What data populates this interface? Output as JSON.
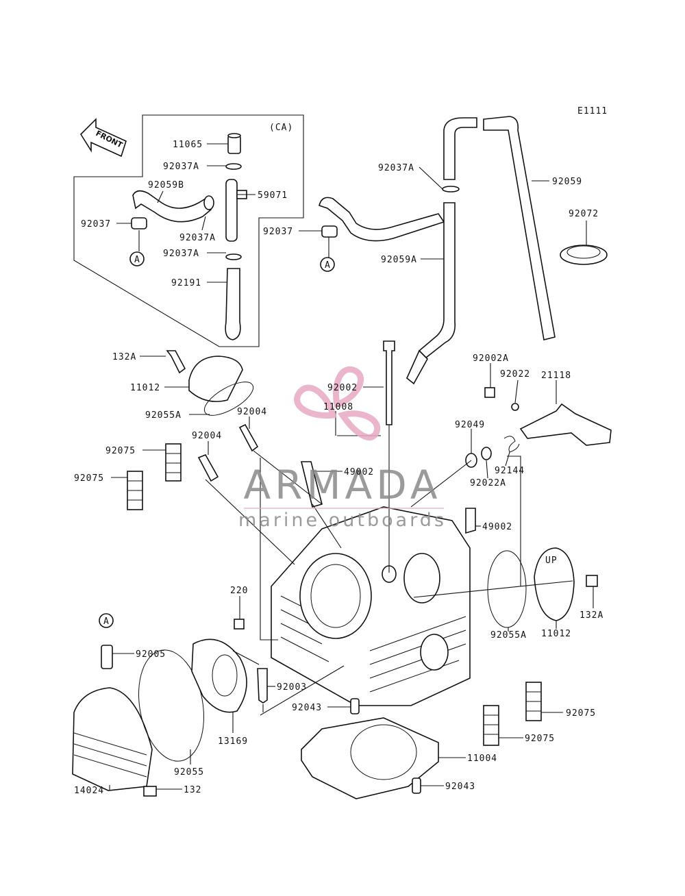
{
  "diagram": {
    "code": "E1111",
    "front_label": "FRONT",
    "ca_label": "(CA)",
    "ref_marker": "A",
    "watermark": {
      "brand": "ARMADA",
      "tagline": "marine outboards",
      "color": "#e8a9c4",
      "text_color": "#8a8a8a"
    },
    "labels": {
      "l11065": "11065",
      "l92037A_1": "92037A",
      "l92059B": "92059B",
      "l59071": "59071",
      "l92037_1": "92037",
      "l92037A_2": "92037A",
      "l92037A_3": "92037A",
      "l92191": "92191",
      "l92037A_4": "92037A",
      "l92059": "92059",
      "l92037_2": "92037",
      "l92072": "92072",
      "l92059A": "92059A",
      "l132A_1": "132A",
      "l11012_1": "11012",
      "l92055A_1": "92055A",
      "l92002": "92002",
      "l11008": "11008",
      "l92002A": "92002A",
      "l92022": "92022",
      "l21118": "21118",
      "l92004_1": "92004",
      "l92004_2": "92004",
      "l92075_1": "92075",
      "l92075_2": "92075",
      "l92049": "92049",
      "l49002_1": "49002",
      "l92144": "92144",
      "l92022A": "92022A",
      "l49002_2": "49002",
      "l220": "220",
      "l132A_2": "132A",
      "l92055A_2": "92055A",
      "l11012_2": "11012",
      "l92005": "92005",
      "l92003": "92003",
      "l92043_1": "92043",
      "l92075_3": "92075",
      "l92075_4": "92075",
      "l11004": "11004",
      "l13169": "13169",
      "l92055": "92055",
      "l14024": "14024",
      "l132": "132",
      "l92043_2": "92043",
      "up_mark": "UP"
    }
  }
}
